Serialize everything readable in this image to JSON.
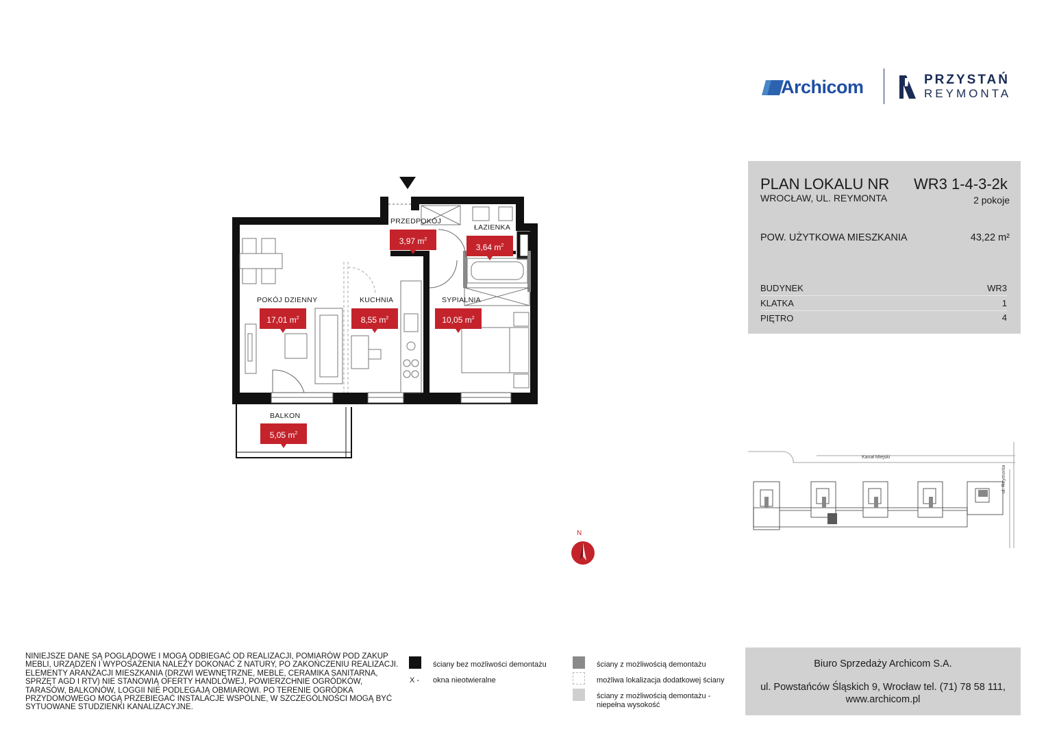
{
  "header": {
    "logo_archicom": "Archicom",
    "logo_przystan": "PRZYSTAŃ",
    "logo_reymonta": "REYMONTA"
  },
  "info": {
    "title": "PLAN LOKALU NR",
    "number": "WR3 1-4-3-2k",
    "address": "WROCŁAW, UL. REYMONTA",
    "rooms": "2 pokoje",
    "area_label": "POW. UŻYTKOWA MIESZKANIA",
    "area_value": "43,22 m²",
    "rows": [
      {
        "label": "BUDYNEK",
        "value": "WR3"
      },
      {
        "label": "KLATKA",
        "value": "1"
      },
      {
        "label": "PIĘTRO",
        "value": "4"
      }
    ]
  },
  "rooms": {
    "przedpokoj": {
      "name": "PRZEDPOKÓJ",
      "area": "3,97 m"
    },
    "lazienka": {
      "name": "ŁAZIENKA",
      "area": "3,64 m"
    },
    "pokoj": {
      "name": "POKÓJ DZIENNY",
      "area": "17,01 m"
    },
    "kuchnia": {
      "name": "KUCHNIA",
      "area": "8,55 m"
    },
    "sypialnia": {
      "name": "SYPIALNIA",
      "area": "10,05 m"
    },
    "balkon": {
      "name": "BALKON",
      "area": "5,05 m"
    },
    "sup": "2"
  },
  "compass": {
    "north": "N"
  },
  "site_map": {
    "canal": "Kanał Miejski",
    "street": "ul. Reymonta"
  },
  "disclaimer": "NINIEJSZE DANE SĄ POGLĄDOWE I MOGĄ ODBIEGAĆ OD REALIZACJI, POMIARÓW POD ZAKUP MEBLI, URZĄDZEŃ I WYPOSAŻENIA NALEŻY DOKONAĆ Z NATURY, PO ZAKOŃCZENIU REALIZACJI. ELEMENTY ARANŻACJI MIESZKANIA (DRZWI WEWNĘTRZNE, MEBLE, CERAMIKA SANITARNA, SPRZĘT AGD I RTV) NIE STANOWIĄ OFERTY HANDLOWEJ, POWIERZCHNIE OGRÓDKÓW, TARASÓW, BALKONÓW, LOGGII NIE PODLEGAJĄ OBMIAROWI. PO TERENIE OGRÓDKA PRZYDOMOWEGO MOGĄ PRZEBIEGAĆ INSTALACJE WSPÓLNE, W SZCZEGÓLNOŚCI MOGĄ BYĆ SYTUOWANE STUDZIENKI KANALIZACYJNE.",
  "legend": {
    "walls_fixed": "ściany bez możliwości demontażu",
    "windows_prefix": "X -",
    "windows": "okna nieotwieralne",
    "walls_removable": "ściany z możliwością demontażu",
    "extra_wall": "możliwa lokalizacja dodatkowej ściany",
    "walls_partial_1": "ściany z możliwością demontażu -",
    "walls_partial_2": "niepełna wysokość"
  },
  "sales": {
    "title": "Biuro Sprzedaży Archicom S.A.",
    "address": "ul. Powstańców Śląskich 9, Wrocław  tel. (71) 78 58 111,",
    "web": "www.archicom.pl"
  },
  "colors": {
    "accent": "#c4232b",
    "panel": "#d1d1d1",
    "brand": "#1f4fa3",
    "wall": "#111111"
  }
}
